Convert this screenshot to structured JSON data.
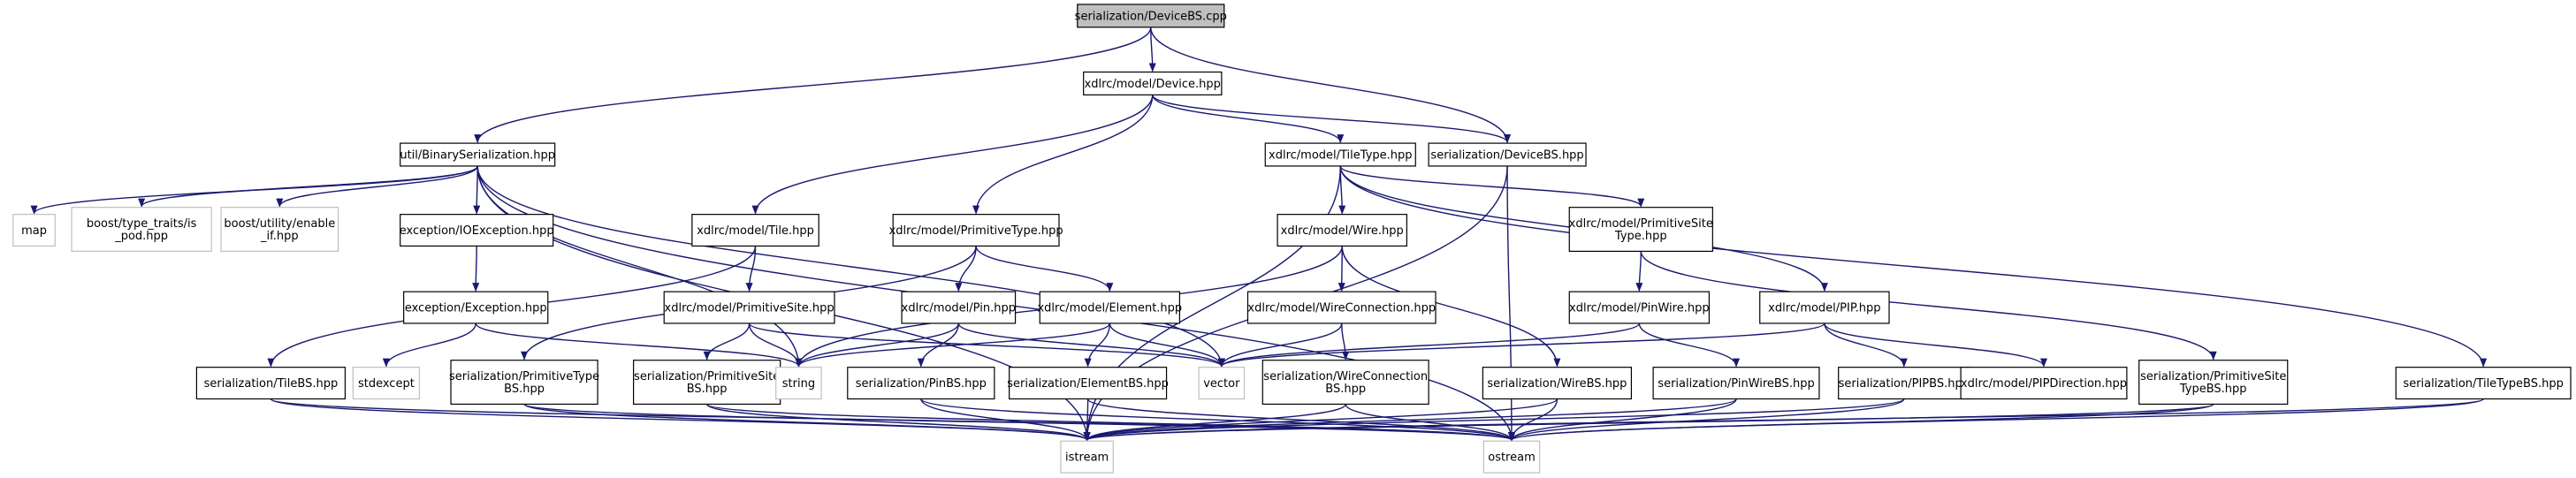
{
  "diagram": {
    "nodes": [
      {
        "id": "n_devicebs_cpp",
        "lines": [
          "serialization/DeviceBS.cpp"
        ],
        "style": "root"
      },
      {
        "id": "n_device_hpp",
        "lines": [
          "xdlrc/model/Device.hpp"
        ],
        "style": "normal"
      },
      {
        "id": "n_binaryser",
        "lines": [
          "util/BinarySerialization.hpp"
        ],
        "style": "normal"
      },
      {
        "id": "n_tiletype",
        "lines": [
          "xdlrc/model/TileType.hpp"
        ],
        "style": "normal"
      },
      {
        "id": "n_devicebs_hpp",
        "lines": [
          "serialization/DeviceBS.hpp"
        ],
        "style": "normal"
      },
      {
        "id": "n_map",
        "lines": [
          "map"
        ],
        "style": "external"
      },
      {
        "id": "n_typetraits",
        "lines": [
          "boost/type_traits/is",
          "_pod.hpp"
        ],
        "style": "external"
      },
      {
        "id": "n_enableif",
        "lines": [
          "boost/utility/enable",
          "_if.hpp"
        ],
        "style": "external"
      },
      {
        "id": "n_ioexc",
        "lines": [
          "exception/IOException.hpp"
        ],
        "style": "normal"
      },
      {
        "id": "n_tile",
        "lines": [
          "xdlrc/model/Tile.hpp"
        ],
        "style": "normal"
      },
      {
        "id": "n_primtype",
        "lines": [
          "xdlrc/model/PrimitiveType.hpp"
        ],
        "style": "normal"
      },
      {
        "id": "n_wire",
        "lines": [
          "xdlrc/model/Wire.hpp"
        ],
        "style": "normal"
      },
      {
        "id": "n_primsitetype",
        "lines": [
          "xdlrc/model/PrimitiveSite",
          "Type.hpp"
        ],
        "style": "normal"
      },
      {
        "id": "n_exception",
        "lines": [
          "exception/Exception.hpp"
        ],
        "style": "normal"
      },
      {
        "id": "n_primsite",
        "lines": [
          "xdlrc/model/PrimitiveSite.hpp"
        ],
        "style": "normal"
      },
      {
        "id": "n_pin",
        "lines": [
          "xdlrc/model/Pin.hpp"
        ],
        "style": "normal"
      },
      {
        "id": "n_element",
        "lines": [
          "xdlrc/model/Element.hpp"
        ],
        "style": "normal"
      },
      {
        "id": "n_wireconn",
        "lines": [
          "xdlrc/model/WireConnection.hpp"
        ],
        "style": "normal"
      },
      {
        "id": "n_pinwire",
        "lines": [
          "xdlrc/model/PinWire.hpp"
        ],
        "style": "normal"
      },
      {
        "id": "n_pip",
        "lines": [
          "xdlrc/model/PIP.hpp"
        ],
        "style": "normal"
      },
      {
        "id": "n_stdexcept",
        "lines": [
          "stdexcept"
        ],
        "style": "external"
      },
      {
        "id": "n_tilebs",
        "lines": [
          "serialization/TileBS.hpp"
        ],
        "style": "normal"
      },
      {
        "id": "n_primtypebs",
        "lines": [
          "serialization/PrimitiveType",
          "BS.hpp"
        ],
        "style": "normal"
      },
      {
        "id": "n_primsitebs",
        "lines": [
          "serialization/PrimitiveSite",
          "BS.hpp"
        ],
        "style": "normal"
      },
      {
        "id": "n_string",
        "lines": [
          "string"
        ],
        "style": "external"
      },
      {
        "id": "n_pinbs",
        "lines": [
          "serialization/PinBS.hpp"
        ],
        "style": "normal"
      },
      {
        "id": "n_elementbs",
        "lines": [
          "serialization/ElementBS.hpp"
        ],
        "style": "normal"
      },
      {
        "id": "n_vector",
        "lines": [
          "vector"
        ],
        "style": "external"
      },
      {
        "id": "n_wireconnbs",
        "lines": [
          "serialization/WireConnection",
          "BS.hpp"
        ],
        "style": "normal"
      },
      {
        "id": "n_wirebs",
        "lines": [
          "serialization/WireBS.hpp"
        ],
        "style": "normal"
      },
      {
        "id": "n_pinwirebs",
        "lines": [
          "serialization/PinWireBS.hpp"
        ],
        "style": "normal"
      },
      {
        "id": "n_pipbs",
        "lines": [
          "serialization/PIPBS.hpp"
        ],
        "style": "normal"
      },
      {
        "id": "n_pipdir",
        "lines": [
          "xdlrc/model/PIPDirection.hpp"
        ],
        "style": "normal"
      },
      {
        "id": "n_primsitetypebs",
        "lines": [
          "serialization/PrimitiveSite",
          "TypeBS.hpp"
        ],
        "style": "normal"
      },
      {
        "id": "n_tiletypebs",
        "lines": [
          "serialization/TileTypeBS.hpp"
        ],
        "style": "normal"
      },
      {
        "id": "n_istream",
        "lines": [
          "istream"
        ],
        "style": "external"
      },
      {
        "id": "n_ostream",
        "lines": [
          "ostream"
        ],
        "style": "external"
      }
    ],
    "edges": [
      [
        "n_devicebs_cpp",
        "n_device_hpp"
      ],
      [
        "n_devicebs_cpp",
        "n_binaryser"
      ],
      [
        "n_devicebs_cpp",
        "n_devicebs_hpp"
      ],
      [
        "n_device_hpp",
        "n_tiletype"
      ],
      [
        "n_device_hpp",
        "n_devicebs_hpp"
      ],
      [
        "n_device_hpp",
        "n_tile"
      ],
      [
        "n_device_hpp",
        "n_primtype"
      ],
      [
        "n_binaryser",
        "n_map"
      ],
      [
        "n_binaryser",
        "n_typetraits"
      ],
      [
        "n_binaryser",
        "n_enableif"
      ],
      [
        "n_binaryser",
        "n_ioexc"
      ],
      [
        "n_binaryser",
        "n_string"
      ],
      [
        "n_binaryser",
        "n_vector"
      ],
      [
        "n_binaryser",
        "n_istream"
      ],
      [
        "n_binaryser",
        "n_ostream"
      ],
      [
        "n_ioexc",
        "n_exception"
      ],
      [
        "n_exception",
        "n_stdexcept"
      ],
      [
        "n_exception",
        "n_string"
      ],
      [
        "n_tiletype",
        "n_wire"
      ],
      [
        "n_tiletype",
        "n_primsitetype"
      ],
      [
        "n_tiletype",
        "n_pip"
      ],
      [
        "n_tiletype",
        "n_tiletypebs"
      ],
      [
        "n_tiletype",
        "n_istream"
      ],
      [
        "n_devicebs_hpp",
        "n_ostream"
      ],
      [
        "n_devicebs_hpp",
        "n_istream"
      ],
      [
        "n_tile",
        "n_primsite"
      ],
      [
        "n_tile",
        "n_tilebs"
      ],
      [
        "n_primtype",
        "n_pin"
      ],
      [
        "n_primtype",
        "n_element"
      ],
      [
        "n_primtype",
        "n_primtypebs"
      ],
      [
        "n_wire",
        "n_wireconn"
      ],
      [
        "n_wire",
        "n_string"
      ],
      [
        "n_wire",
        "n_wirebs"
      ],
      [
        "n_primsitetype",
        "n_pinwire"
      ],
      [
        "n_primsitetype",
        "n_primsitetypebs"
      ],
      [
        "n_primsite",
        "n_string"
      ],
      [
        "n_primsite",
        "n_vector"
      ],
      [
        "n_primsite",
        "n_primsitebs"
      ],
      [
        "n_pin",
        "n_string"
      ],
      [
        "n_pin",
        "n_pinbs"
      ],
      [
        "n_pin",
        "n_vector"
      ],
      [
        "n_element",
        "n_string"
      ],
      [
        "n_element",
        "n_vector"
      ],
      [
        "n_element",
        "n_elementbs"
      ],
      [
        "n_wireconn",
        "n_vector"
      ],
      [
        "n_wireconn",
        "n_wireconnbs"
      ],
      [
        "n_pinwire",
        "n_vector"
      ],
      [
        "n_pinwire",
        "n_pinwirebs"
      ],
      [
        "n_pip",
        "n_vector"
      ],
      [
        "n_pip",
        "n_pipbs"
      ],
      [
        "n_pip",
        "n_pipdir"
      ],
      [
        "n_tilebs",
        "n_istream"
      ],
      [
        "n_tilebs",
        "n_ostream"
      ],
      [
        "n_primtypebs",
        "n_istream"
      ],
      [
        "n_primtypebs",
        "n_ostream"
      ],
      [
        "n_primsitebs",
        "n_istream"
      ],
      [
        "n_primsitebs",
        "n_ostream"
      ],
      [
        "n_pinbs",
        "n_istream"
      ],
      [
        "n_pinbs",
        "n_ostream"
      ],
      [
        "n_elementbs",
        "n_istream"
      ],
      [
        "n_elementbs",
        "n_ostream"
      ],
      [
        "n_wireconnbs",
        "n_istream"
      ],
      [
        "n_wireconnbs",
        "n_ostream"
      ],
      [
        "n_wirebs",
        "n_istream"
      ],
      [
        "n_wirebs",
        "n_ostream"
      ],
      [
        "n_pinwirebs",
        "n_istream"
      ],
      [
        "n_pinwirebs",
        "n_ostream"
      ],
      [
        "n_pipbs",
        "n_istream"
      ],
      [
        "n_pipbs",
        "n_ostream"
      ],
      [
        "n_primsitetypebs",
        "n_istream"
      ],
      [
        "n_primsitetypebs",
        "n_ostream"
      ],
      [
        "n_tiletypebs",
        "n_istream"
      ],
      [
        "n_tiletypebs",
        "n_ostream"
      ]
    ],
    "colors": {
      "edge": "#191970",
      "node_border": "#000000",
      "external_border": "#bfbfbf",
      "root_fill": "#bfbfbf",
      "background": "#ffffff"
    }
  }
}
